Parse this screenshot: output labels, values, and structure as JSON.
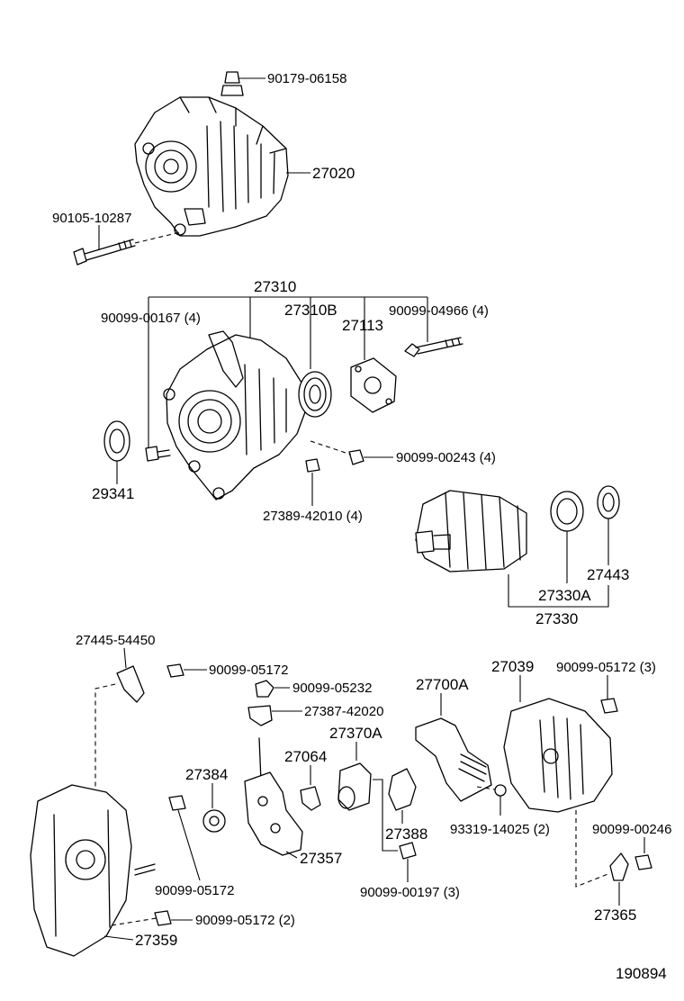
{
  "diagram_id": "190894",
  "labels": {
    "nut_top": "90179-06158",
    "alternator": "27020",
    "bolt_long": "90105-10287",
    "frame_group": "27310",
    "screw_4": "90099-00167 (4)",
    "bearing_front": "27310B",
    "retainer": "27113",
    "stud_4": "90099-04966 (4)",
    "bolt_4": "90099-00243 (4)",
    "spacer": "29341",
    "insulator_4": "27389-42010 (4)",
    "rotor_group": "27330",
    "bearing_rear": "27330A",
    "cover_ring": "27443",
    "plate": "27445-54450",
    "nut_a": "90099-05172",
    "nut_b": "90099-05232",
    "terminal": "27387-42020",
    "regulator": "27700A",
    "rear_cover": "27039",
    "nut_3": "90099-05172 (3)",
    "brush_holder": "27370A",
    "insulator": "27064",
    "washer": "27384",
    "rectifier": "27357",
    "bush": "27388",
    "washer_2": "93319-14025 (2)",
    "nut_right": "90099-00246",
    "nut_c": "90099-05172",
    "screw_3": "90099-00197 (3)",
    "cover": "27365",
    "nut_2": "90099-05172 (2)",
    "end_frame": "27359"
  }
}
